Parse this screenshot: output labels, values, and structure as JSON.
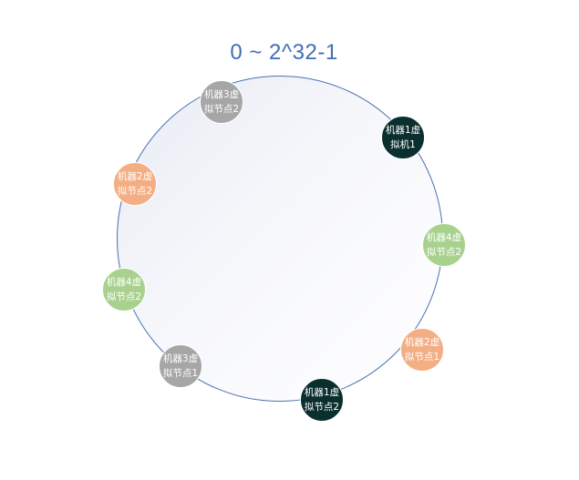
{
  "title": "0 ~ 2^32-1",
  "nodes": [
    {
      "line1": "机器3虚",
      "line2": "拟节点2",
      "color": "#a6a6a6"
    },
    {
      "line1": "机器1虚",
      "line2": "拟机1",
      "color": "#0b2f2e"
    },
    {
      "line1": "机器2虚",
      "line2": "拟节点2",
      "color": "#f4ae84"
    },
    {
      "line1": "机器4虚",
      "line2": "拟节点2",
      "color": "#a9d18e"
    },
    {
      "line1": "机器4虚",
      "line2": "拟节点2",
      "color": "#a9d18e"
    },
    {
      "line1": "机器2虚",
      "line2": "拟节点1",
      "color": "#f4ae84"
    },
    {
      "line1": "机器3虚",
      "line2": "拟节点1",
      "color": "#a6a6a6"
    },
    {
      "line1": "机器1虚",
      "line2": "拟节点2",
      "color": "#0b2f2e"
    }
  ]
}
